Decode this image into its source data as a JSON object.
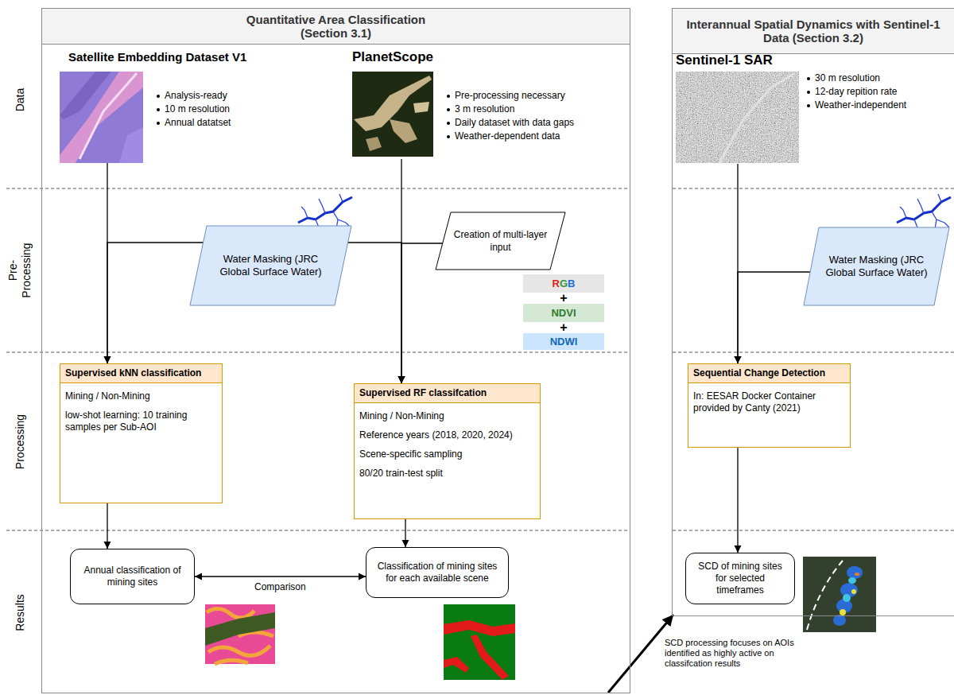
{
  "diagram": {
    "nodes": [
      {
        "text": [
          "Quantitative Area Classification (Section 3.1)"
        ]
      },
      {
        "text": [
          "Interannual Spatial Dynamics with Sentinel-1 Data (Section 3.2)"
        ]
      },
      {
        "text": [
          "Satellite Embedding Dataset V1",
          "Analysis-ready",
          "10 m resolution",
          "Annual datatset"
        ],
        "in": 0
      },
      {
        "text": [
          "PlanetScope",
          "Pre-processing necessary",
          "3 m resolution",
          "Daily dataset with data gaps",
          "Weather-dependent data"
        ],
        "in": 0
      },
      {
        "text": [
          "Water Masking (JRC Global Surface Water)"
        ],
        "in": 0
      },
      {
        "text": [
          "Creation of multi-layer input"
        ],
        "in": 0
      },
      {
        "text": [
          "RGB"
        ],
        "in": 0
      },
      {
        "text": [
          "NDVI"
        ],
        "in": 0
      },
      {
        "text": [
          "NDWI"
        ],
        "in": 0
      },
      {
        "text": [
          "Supervised kNN classification",
          "Mining / Non-Mining",
          "low-shot learning: 10 training samples per Sub-AOI"
        ],
        "in": 0
      },
      {
        "text": [
          "Supervised RF classifcation",
          "Mining / Non-Mining",
          "Reference years (2018, 2020, 2024)",
          "Scene-specific sampling",
          "80/20 train-test split"
        ],
        "in": 0
      },
      {
        "text": [
          "Annual classification of mining sites"
        ],
        "in": 0
      },
      {
        "text": [
          "Classification of mining sites for each available scene"
        ],
        "in": 0
      },
      {
        "text": [
          "Sentinel-1 SAR",
          "30 m resolution",
          "12-day repition rate",
          "Weather-independent"
        ],
        "in": 1
      },
      {
        "text": [
          "Water Masking (JRC Global Surface Water)"
        ],
        "in": 1
      },
      {
        "text": [
          "Sequential Change Detection",
          "In: EESAR Docker Container provided by Canty (2021)"
        ],
        "in": 1
      },
      {
        "text": [
          "SCD of mining sites for selected timeframes"
        ],
        "in": 1
      }
    ],
    "edges": [
      {
        "from": 2,
        "to": 9,
        "arrow": "to"
      },
      {
        "from": 4,
        "to": 9,
        "arrow": "to"
      },
      {
        "from": 3,
        "to": 10,
        "arrow": "to"
      },
      {
        "from": 4,
        "to": 10,
        "arrow": "to"
      },
      {
        "from": 5,
        "to": 10,
        "arrow": "to"
      },
      {
        "from": 9,
        "to": 11,
        "arrow": "to"
      },
      {
        "from": 10,
        "to": 12,
        "arrow": "to"
      },
      {
        "from": 11,
        "to": 12,
        "arrow": "both",
        "label": "Comparison"
      },
      {
        "from": 13,
        "to": 15,
        "arrow": "to"
      },
      {
        "from": 14,
        "to": 15,
        "arrow": "to"
      },
      {
        "from": 15,
        "to": 16,
        "arrow": "to"
      },
      {
        "from": 0,
        "to": 1,
        "arrow": "to"
      }
    ],
    "labels": [
      "Data",
      "Pre- Processing",
      "Processing",
      "Results",
      "+",
      "+",
      "SCD processing focuses on AOIs identified as highly active on classifcation results"
    ]
  }
}
